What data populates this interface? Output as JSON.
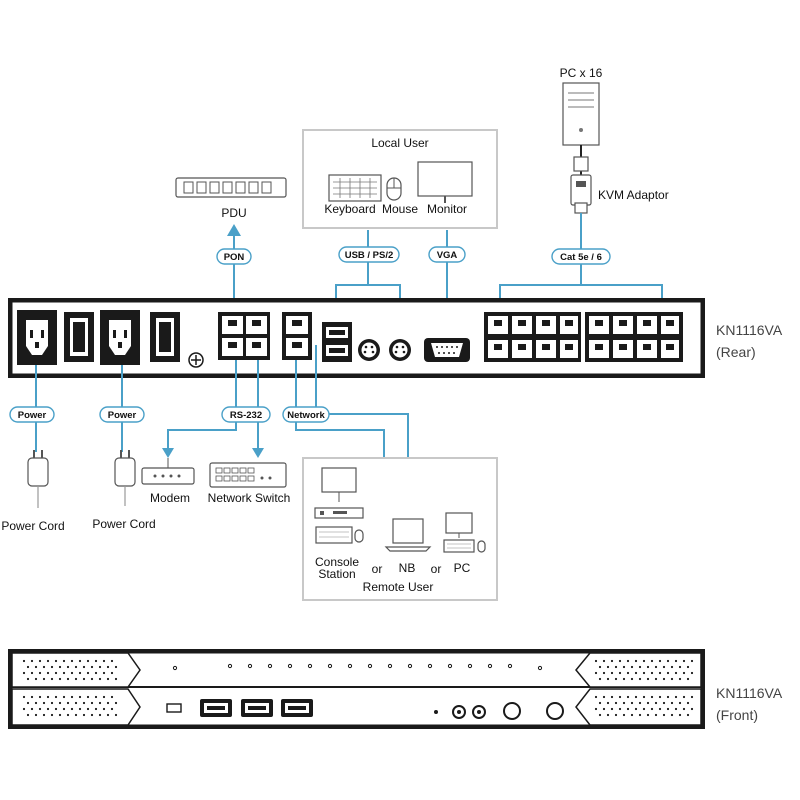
{
  "labels": {
    "pc": "PC x 16",
    "kvm_adaptor": "KVM Adaptor",
    "local_user": "Local User",
    "keyboard": "Keyboard",
    "mouse": "Mouse",
    "monitor": "Monitor",
    "pdu": "PDU",
    "rear": "KN1116VA",
    "rear_sub": "(Rear)",
    "front": "KN1116VA",
    "front_sub": "(Front)",
    "power_cord_1": "Power Cord",
    "power_cord_2": "Power Cord",
    "modem": "Modem",
    "network_switch": "Network Switch",
    "console_station_1": "Console",
    "console_station_2": "Station",
    "or_1": "or",
    "nb": "NB",
    "or_2": "or",
    "pc_remote": "PC",
    "remote_user": "Remote User"
  },
  "tags": {
    "usb_ps2": "USB / PS/2",
    "vga": "VGA",
    "cat5e": "Cat 5e / 6",
    "pon": "PON",
    "power_1": "Power",
    "power_2": "Power",
    "rs232": "RS-232",
    "network": "Network"
  },
  "colors": {
    "cable": "#4aa0c8",
    "panel": "#1a1a1a"
  }
}
